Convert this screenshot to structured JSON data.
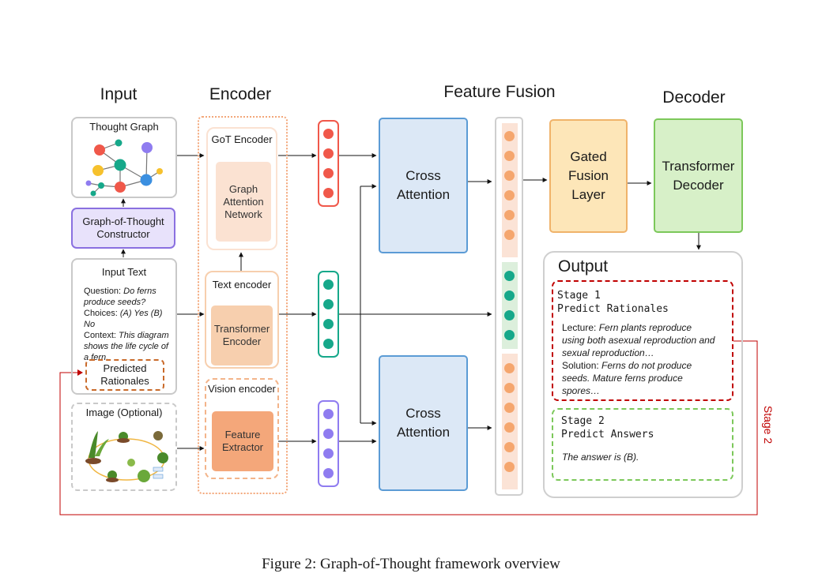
{
  "sections": {
    "input": "Input",
    "encoder": "Encoder",
    "feature_fusion": "Feature Fusion",
    "decoder": "Decoder"
  },
  "input": {
    "thought_graph": "Thought Graph",
    "got_constructor": "Graph-of-Thought Constructor",
    "input_text_title": "Input Text",
    "question_label": "Question: ",
    "question_value": "Do ferns produce seeds?",
    "choices_label": "Choices: ",
    "choices_value": "(A) Yes (B) No",
    "context_label": "Context: ",
    "context_value": "This diagram shows the life cycle of a fern.",
    "predicted_rationales": "Predicted Rationales",
    "image_title": "Image (Optional)"
  },
  "encoder": {
    "got_encoder": "GoT Encoder",
    "gat": "Graph Attention Network",
    "text_encoder": "Text encoder",
    "transformer_encoder": "Transformer Encoder",
    "vision_encoder": "Vision encoder",
    "feature_extractor": "Feature Extractor"
  },
  "fusion": {
    "cross_attention_top": "Cross Attention",
    "cross_attention_bottom": "Cross Attention",
    "gated_fusion": "Gated Fusion Layer"
  },
  "decoder": {
    "transformer_decoder": "Transformer Decoder"
  },
  "output": {
    "title": "Output",
    "stage1_line1": "Stage 1",
    "stage1_line2": "Predict Rationales",
    "lecture_label": "Lecture:",
    "lecture_value": "Fern plants reproduce using both asexual reproduction and sexual reproduction…",
    "solution_label": "Solution:",
    "solution_value": "Ferns do not produce seeds. Mature ferns produce spores…",
    "stage2_line1": "Stage 2",
    "stage2_line2": "Predict Answers",
    "answer": "The answer is (B).",
    "stage2_side_label": "Stage 2"
  },
  "caption": "Figure 2: Graph-of-Thought framework overview",
  "colors": {
    "got_feature": "#f0584a",
    "text_feature": "#16a88a",
    "vision_feature": "#8f7cf0",
    "fused_orange": "#f5a66e",
    "cross_attention_fill": "#dce8f6",
    "cross_attention_border": "#5b9bd5",
    "gated_fill": "#fde6b8",
    "gated_border": "#f0b36a",
    "decoder_fill": "#d7f0c8",
    "decoder_border": "#7cc85a",
    "constructor_fill": "#e8e2fb",
    "constructor_border": "#8a70e0",
    "stage1_border": "#c00000",
    "stage2_border": "#7cc85a",
    "feedback_line": "#c00000"
  }
}
